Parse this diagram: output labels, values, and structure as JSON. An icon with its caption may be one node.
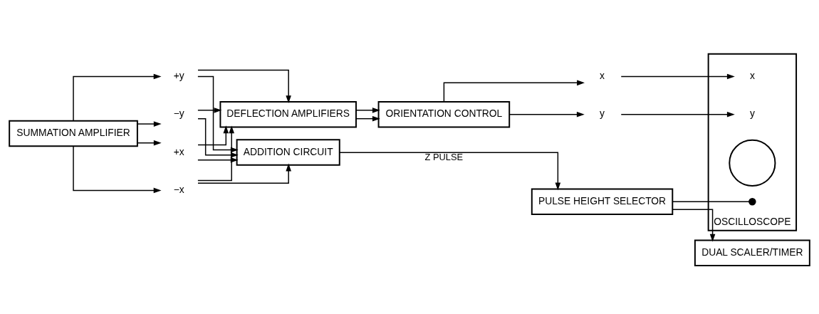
{
  "diagram": {
    "nodes": [
      {
        "text": [
          "SUMMATION AMPLIFIER"
        ]
      },
      {
        "text": [
          "+x"
        ]
      },
      {
        "text": [
          "−x"
        ]
      },
      {
        "text": [
          "+y"
        ]
      },
      {
        "text": [
          "−y"
        ]
      },
      {
        "text": [
          "DEFLECTION AMPLIFIERS"
        ]
      },
      {
        "text": [
          "ORIENTATION CONTROL"
        ]
      },
      {
        "text": [
          "x"
        ]
      },
      {
        "text": [
          "y"
        ]
      },
      {
        "text": [
          "ADDITION CIRCUIT"
        ]
      },
      {
        "text": [
          "PULSE HEIGHT SELECTOR"
        ]
      },
      {
        "text": [
          "DUAL SCALER/TIMER"
        ]
      },
      {
        "text": [
          "OSCILLOSCOPE"
        ]
      },
      {
        "text": [
          "y"
        ],
        "in": 12
      },
      {
        "text": [
          "x"
        ],
        "in": 12
      },
      {
        "text": [],
        "shape": "circle",
        "in": 12
      },
      {
        "text": [],
        "shape": "dot",
        "in": 12
      }
    ],
    "edges": [
      {
        "from": 0,
        "to": 1,
        "arrow": "to"
      },
      {
        "from": 0,
        "to": 2,
        "arrow": "to"
      },
      {
        "from": 0,
        "to": 3,
        "arrow": "to"
      },
      {
        "from": 0,
        "to": 4,
        "arrow": "to"
      },
      {
        "from": 1,
        "to": 5,
        "arrow": "to"
      },
      {
        "from": 2,
        "to": 5,
        "arrow": "to"
      },
      {
        "from": 3,
        "to": 5,
        "arrow": "to"
      },
      {
        "from": 4,
        "to": 5,
        "arrow": "to"
      },
      {
        "from": 1,
        "to": 9,
        "arrow": "to"
      },
      {
        "from": 2,
        "to": 9,
        "arrow": "to"
      },
      {
        "from": 3,
        "to": 9,
        "arrow": "to"
      },
      {
        "from": 4,
        "to": 9,
        "arrow": "to"
      },
      {
        "from": 5,
        "to": 6,
        "arrow": "to"
      },
      {
        "from": 5,
        "to": 6,
        "arrow": "to"
      },
      {
        "from": 6,
        "to": 7,
        "arrow": "to"
      },
      {
        "from": 6,
        "to": 8,
        "arrow": "to"
      },
      {
        "from": 7,
        "to": 14,
        "arrow": "to"
      },
      {
        "from": 8,
        "to": 13,
        "arrow": "to"
      },
      {
        "from": 9,
        "to": 10,
        "arrow": "to",
        "label": "Z PULSE"
      },
      {
        "from": 10,
        "to": 11,
        "arrow": "to"
      },
      {
        "from": 10,
        "to": 16,
        "arrow": "none"
      }
    ]
  }
}
